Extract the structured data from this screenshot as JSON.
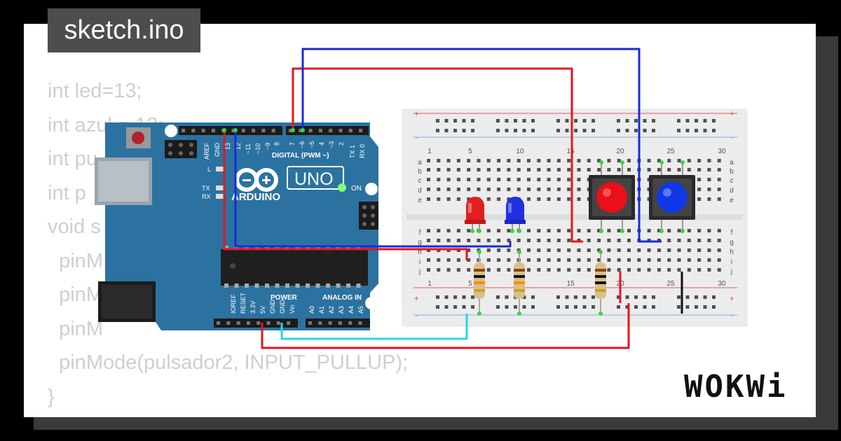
{
  "file_tab": {
    "label": "sketch.ino"
  },
  "code_lines": [
    "int led=13;",
    "int azul = 12;",
    "int pu",
    "int p",
    "void s",
    "  pinM",
    "  pinM",
    "  pinM",
    "  pinMode(pulsador2, INPUT_PULLUP);",
    "}"
  ],
  "arduino": {
    "brand": "ARDUINO",
    "model": "UNO",
    "on_label": "ON",
    "digital_label": "DIGITAL (PWM ~)",
    "power_label": "POWER",
    "analog_label": "ANALOG IN",
    "left_pin_labels": [
      "AREF",
      "GND",
      "13",
      "12",
      "~11",
      "~10",
      "~9",
      "8"
    ],
    "right_pin_labels": [
      "7",
      "~6",
      "~5",
      "4",
      "~3",
      "2",
      "TX 1",
      "RX 0"
    ],
    "power_pin_labels": [
      "IOREF",
      "RESET",
      "3.3V",
      "5V",
      "GND",
      "GND",
      "Vin"
    ],
    "analog_pin_labels": [
      "A0",
      "A1",
      "A2",
      "A3",
      "A4",
      "A5"
    ],
    "led_labels": [
      "L",
      "TX",
      "RX"
    ]
  },
  "breadboard": {
    "column_numbers": [
      "1",
      "5",
      "10",
      "15",
      "20",
      "25",
      "30"
    ],
    "row_letters_top": [
      "a",
      "b",
      "c",
      "d",
      "e"
    ],
    "row_letters_bottom": [
      "f",
      "g",
      "h",
      "i",
      "j"
    ],
    "rail_plus": "+",
    "rail_minus": "-"
  },
  "components": {
    "leds": [
      {
        "color": "#e02020"
      },
      {
        "color": "#2030e0"
      }
    ],
    "buttons": [
      {
        "color": "#e8101a"
      },
      {
        "color": "#1038e8"
      }
    ],
    "wire_colors": {
      "red": "#e8141c",
      "blue": "#1a2adc",
      "cyan": "#22d8e8",
      "black": "#111111"
    }
  },
  "brand_logo": "WOKWi"
}
